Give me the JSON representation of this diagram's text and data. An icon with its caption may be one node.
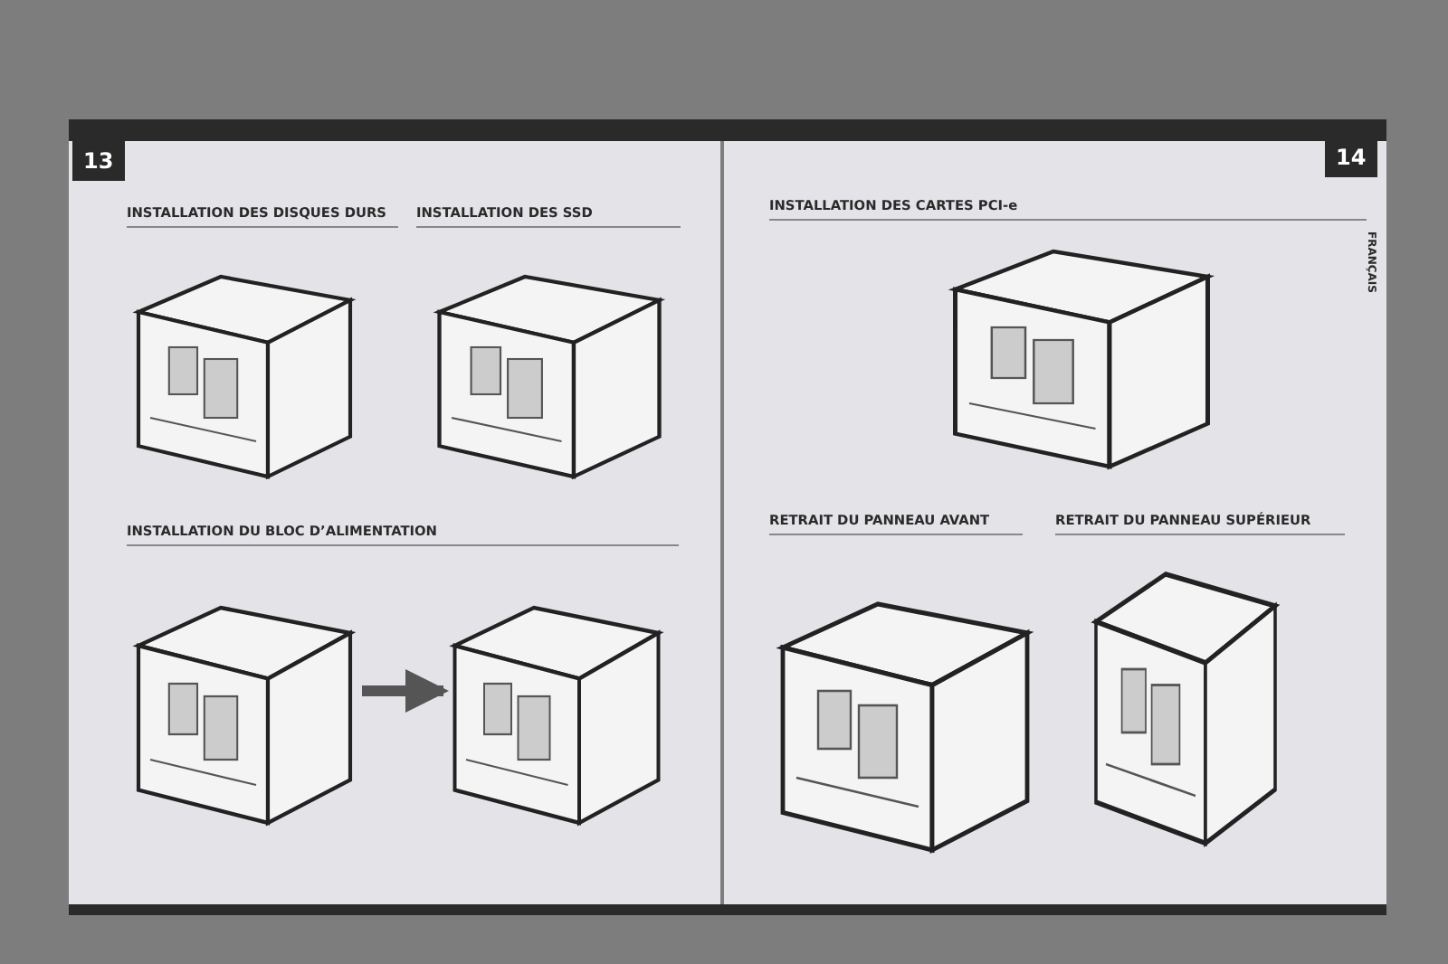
{
  "diagram": {
    "nodes": [
      {
        "text": [],
        "shape": "picture"
      },
      {
        "text": [],
        "shape": "picture"
      }
    ],
    "edges": [
      {
        "from": 0,
        "to": 1,
        "arrow": "to"
      }
    ],
    "labels": [
      "13",
      "INSTALLATION DES DISQUES DURS",
      "INSTALLATION DES SSD",
      "14",
      "INSTALLATION DES CARTES PCI-e",
      "FRANÇAIS",
      "INSTALLATION DU BLOC D’ALIMENTATION",
      "RETRAIT DU PANNEAU AVANT",
      "RETRAIT DU PANNEAU SUPÉRIEUR"
    ]
  }
}
